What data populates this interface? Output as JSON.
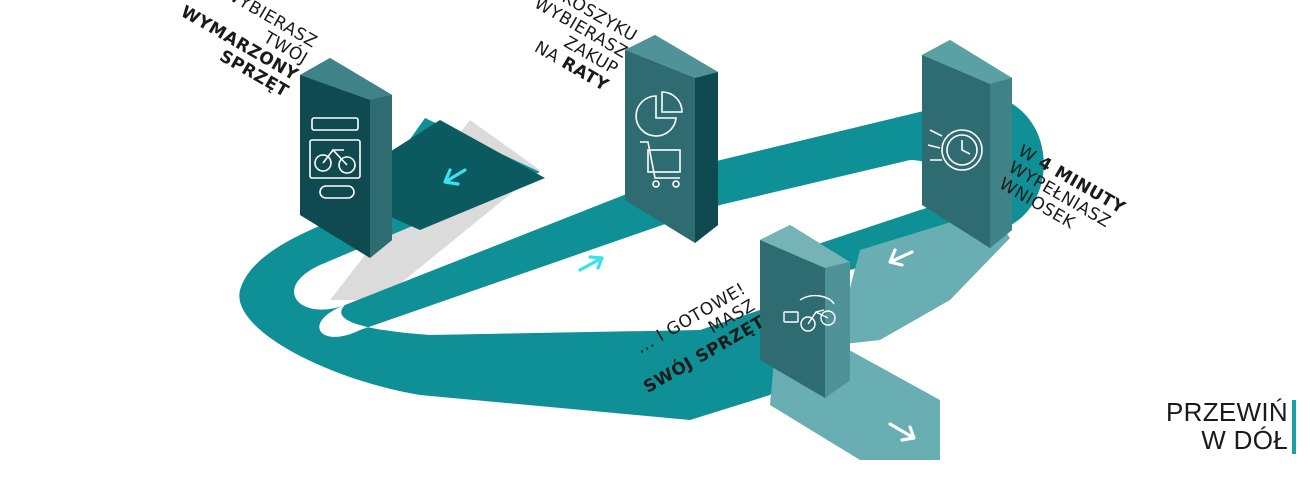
{
  "colors": {
    "track": "#0f8f96",
    "track_light": "#69aeb2",
    "track_dark": "#0b5a60",
    "device_dark": "#0e4a50",
    "device_mid": "#2f6c72",
    "arrow_cyan": "#38e2ee",
    "arrow_white": "#ffffff",
    "accent": "#1aa0a6"
  },
  "steps": [
    {
      "name": "step-choose-equipment",
      "icon": "bike-ski-snowboard-icon",
      "label_lines": [
        "WYBIERASZ",
        "TWÓJ"
      ],
      "label_bold_lines": [
        "WYMARZONY",
        "SPRZĘT"
      ]
    },
    {
      "name": "step-cart-installments",
      "icon": "pie-chart-cart-icon",
      "label_lines": [
        "W KOSZYKU",
        "WYBIERASZ",
        "ZAKUP"
      ],
      "label_mixed": {
        "pre": "NA ",
        "bold": "RATY"
      }
    },
    {
      "name": "step-fill-application",
      "icon": "clock-icon",
      "label_mixed": {
        "pre": "W ",
        "bold": "4 MINUTY"
      },
      "label_lines": [
        "WYPEŁNIASZ",
        "WNIOSEK"
      ]
    },
    {
      "name": "step-done",
      "icon": "bike-delivery-icon",
      "label_lines": [
        "... I GOTOWE!",
        "MASZ"
      ],
      "label_bold_lines": [
        "SWÓJ SPRZĘT"
      ]
    }
  ],
  "scroll_hint": {
    "line1": "PRZEWIŃ",
    "line2": "W DÓŁ"
  }
}
